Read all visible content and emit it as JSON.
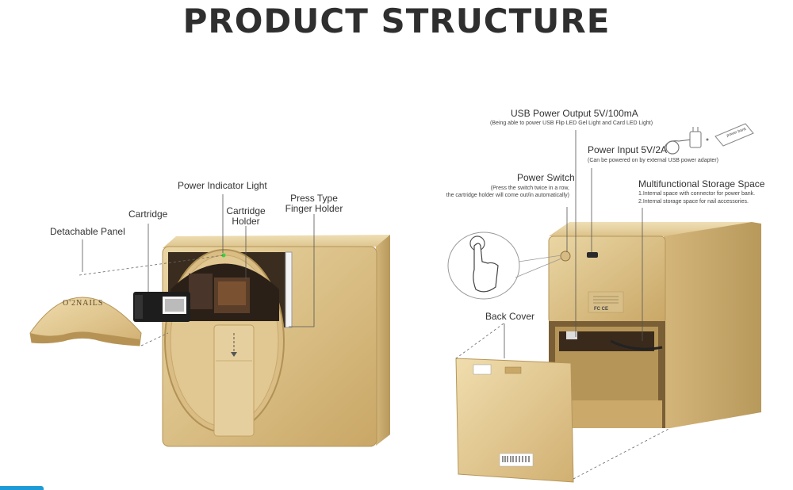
{
  "title": "PRODUCT STRUCTURE",
  "left_device": {
    "brand": "O'2NAILS",
    "labels": {
      "detachable_panel": "Detachable Panel",
      "cartridge": "Cartridge",
      "power_indicator": "Power Indicator Light",
      "cartridge_holder_l1": "Cartridge",
      "cartridge_holder_l2": "Holder",
      "press_type_l1": "Press Type",
      "press_type_l2": "Finger Holder"
    }
  },
  "right_device": {
    "usb_output": {
      "label": "USB Power Output 5V/100mA",
      "note": "(Being able to power USB Flip LED Gel Light and Card LED Light)"
    },
    "power_input": {
      "label": "Power Input 5V/2A",
      "note": "(Can be powered on by external USB power adapter)",
      "power_bank_text": "power bank"
    },
    "power_switch": {
      "label": "Power Switch",
      "note_l1": "(Press the switch twice in a row,",
      "note_l2": "the cartridge holder will come out/in automatically)"
    },
    "storage": {
      "label": "Multifunctional Storage Space",
      "item1": "1.Internal space with connector for power bank.",
      "item2": "2.Internal storage space for nail accessories."
    },
    "back_cover": "Back Cover",
    "cert_marks": "FC CE"
  },
  "colors": {
    "gold_light": "#e2c890",
    "gold_mid": "#cfae70",
    "gold_dark": "#a98a4f",
    "accent_blue": "#1e9bd7"
  }
}
